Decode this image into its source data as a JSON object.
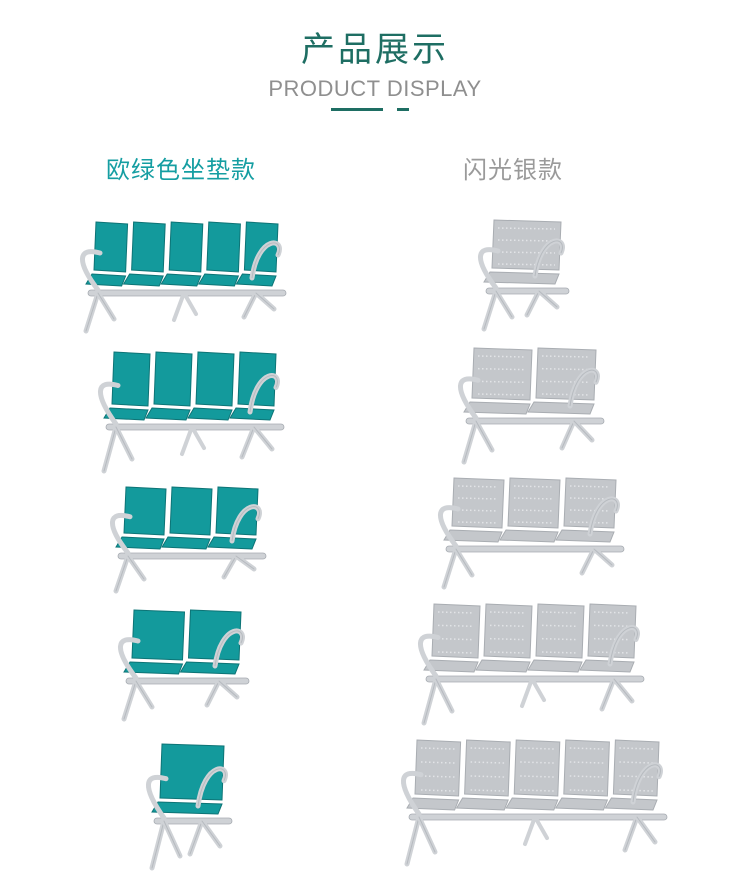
{
  "header": {
    "title": "产品展示",
    "subtitle": "PRODUCT DISPLAY"
  },
  "columns": [
    {
      "label": "欧绿色坐垫款",
      "finish": "green-cushion",
      "cushion_color": "#139a9c",
      "frame_color": "#cfd2d6",
      "seat_counts": [
        5,
        4,
        3,
        2,
        1
      ]
    },
    {
      "label": "闪光银款",
      "finish": "silver-perforated",
      "cushion_color": "#c4c7cb",
      "frame_color": "#cfd2d6",
      "seat_counts": [
        1,
        2,
        3,
        4,
        5
      ]
    }
  ],
  "colors": {
    "accent": "#1e6e63",
    "green_label": "#159ea2",
    "gray_label": "#9a9a9a"
  }
}
